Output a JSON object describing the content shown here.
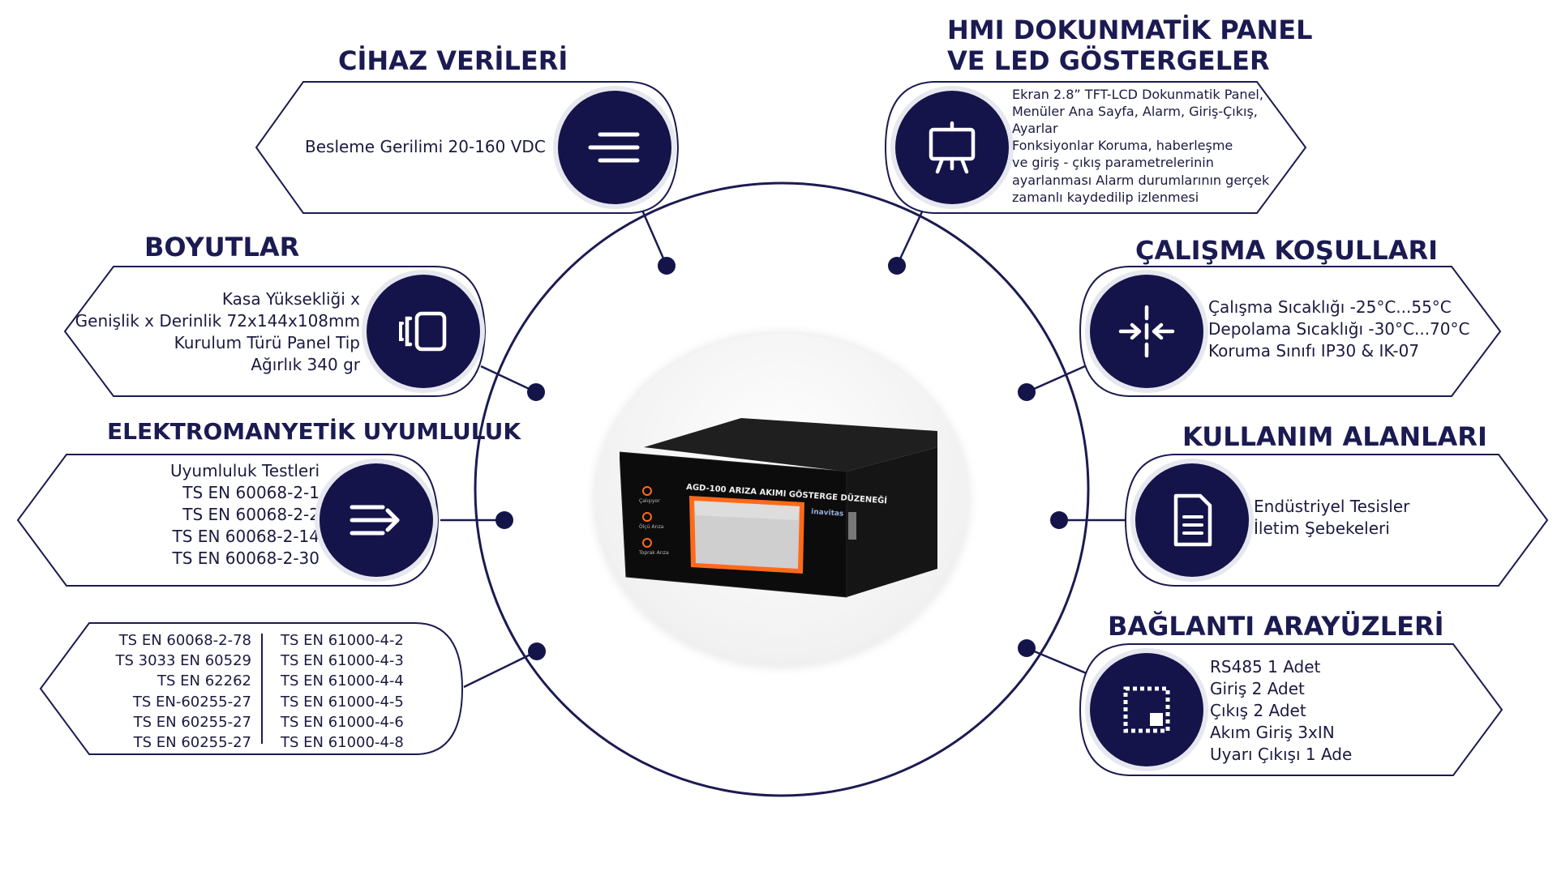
{
  "colors": {
    "navy": "#14144a",
    "outline": "#1b1b52",
    "device_accent": "#ff6a1a"
  },
  "sections": {
    "cihaz_verileri": {
      "title": "CİHAZ VERİLERİ",
      "lines": [
        "Besleme Gerilimi 20-160 VDC"
      ],
      "icon": "lines-icon"
    },
    "boyutlar": {
      "title": "BOYUTLAR",
      "lines": [
        "Kasa Yüksekliği x",
        "Genişlik x Derinlik 72x144x108mm",
        "Kurulum Türü Panel Tip",
        "Ağırlık 340 gr"
      ],
      "icon": "resize-icon"
    },
    "emc": {
      "title": "ELEKTROMANYETİK UYUMLULUK",
      "lines": [
        "Uyumluluk Testleri",
        "TS EN 60068-2-1",
        "TS EN 60068-2-2",
        "TS EN 60068-2-14",
        "TS EN 60068-2-30"
      ],
      "icon": "arrow-lines-icon"
    },
    "standards": {
      "left": [
        "TS EN 60068-2-78",
        "TS 3033 EN 60529",
        "TS EN 62262",
        "TS EN-60255-27",
        "TS EN 60255-27",
        "TS EN 60255-27"
      ],
      "right": [
        "TS EN 61000-4-2",
        "TS EN 61000-4-3",
        "TS EN 61000-4-4",
        "TS EN 61000-4-5",
        "TS EN 61000-4-6",
        "TS EN 61000-4-8"
      ]
    },
    "hmi": {
      "title_line1": "HMI DOKUNMATİK PANEL",
      "title_line2": "VE LED GÖSTERGELER",
      "lines": [
        "Ekran 2.8” TFT-LCD Dokunmatik Panel,",
        "Menüler Ana Sayfa, Alarm, Giriş-Çıkış,",
        "Ayarlar",
        "Fonksiyonlar Koruma, haberleşme",
        "ve giriş - çıkış parametrelerinin",
        "ayarlanması Alarm durumlarının gerçek",
        "zamanlı kaydedilip izlenmesi"
      ],
      "icon": "presentation-board-icon"
    },
    "calisma": {
      "title": "ÇALIŞMA KOŞULLARI",
      "lines": [
        "Çalışma Sıcaklığı -25°C...55°C",
        "Depolama Sıcaklığı -30°C...70°C",
        "Koruma Sınıfı IP30 & IK-07"
      ],
      "icon": "compress-arrows-icon"
    },
    "kullanim": {
      "title": "KULLANIM ALANLARI",
      "lines": [
        "Endüstriyel Tesisler",
        "İletim Şebekeleri"
      ],
      "icon": "document-icon"
    },
    "baglanti": {
      "title": "BAĞLANTI ARAYÜZLERİ",
      "lines": [
        "RS485 1 Adet",
        "Giriş 2 Adet",
        "Çıkış 2 Adet",
        "Akım Giriş 3xIN",
        "Uyarı Çıkışı 1 Ade"
      ],
      "icon": "dotted-square-icon"
    }
  },
  "device": {
    "label": "AGD-100 ARIZA AKIMI GÖSTERGE DÜZENEĞİ",
    "brand": "inavitas",
    "leds": [
      "Çalışıyor",
      "Ölçü Arıza",
      "Toprak Arıza"
    ]
  }
}
